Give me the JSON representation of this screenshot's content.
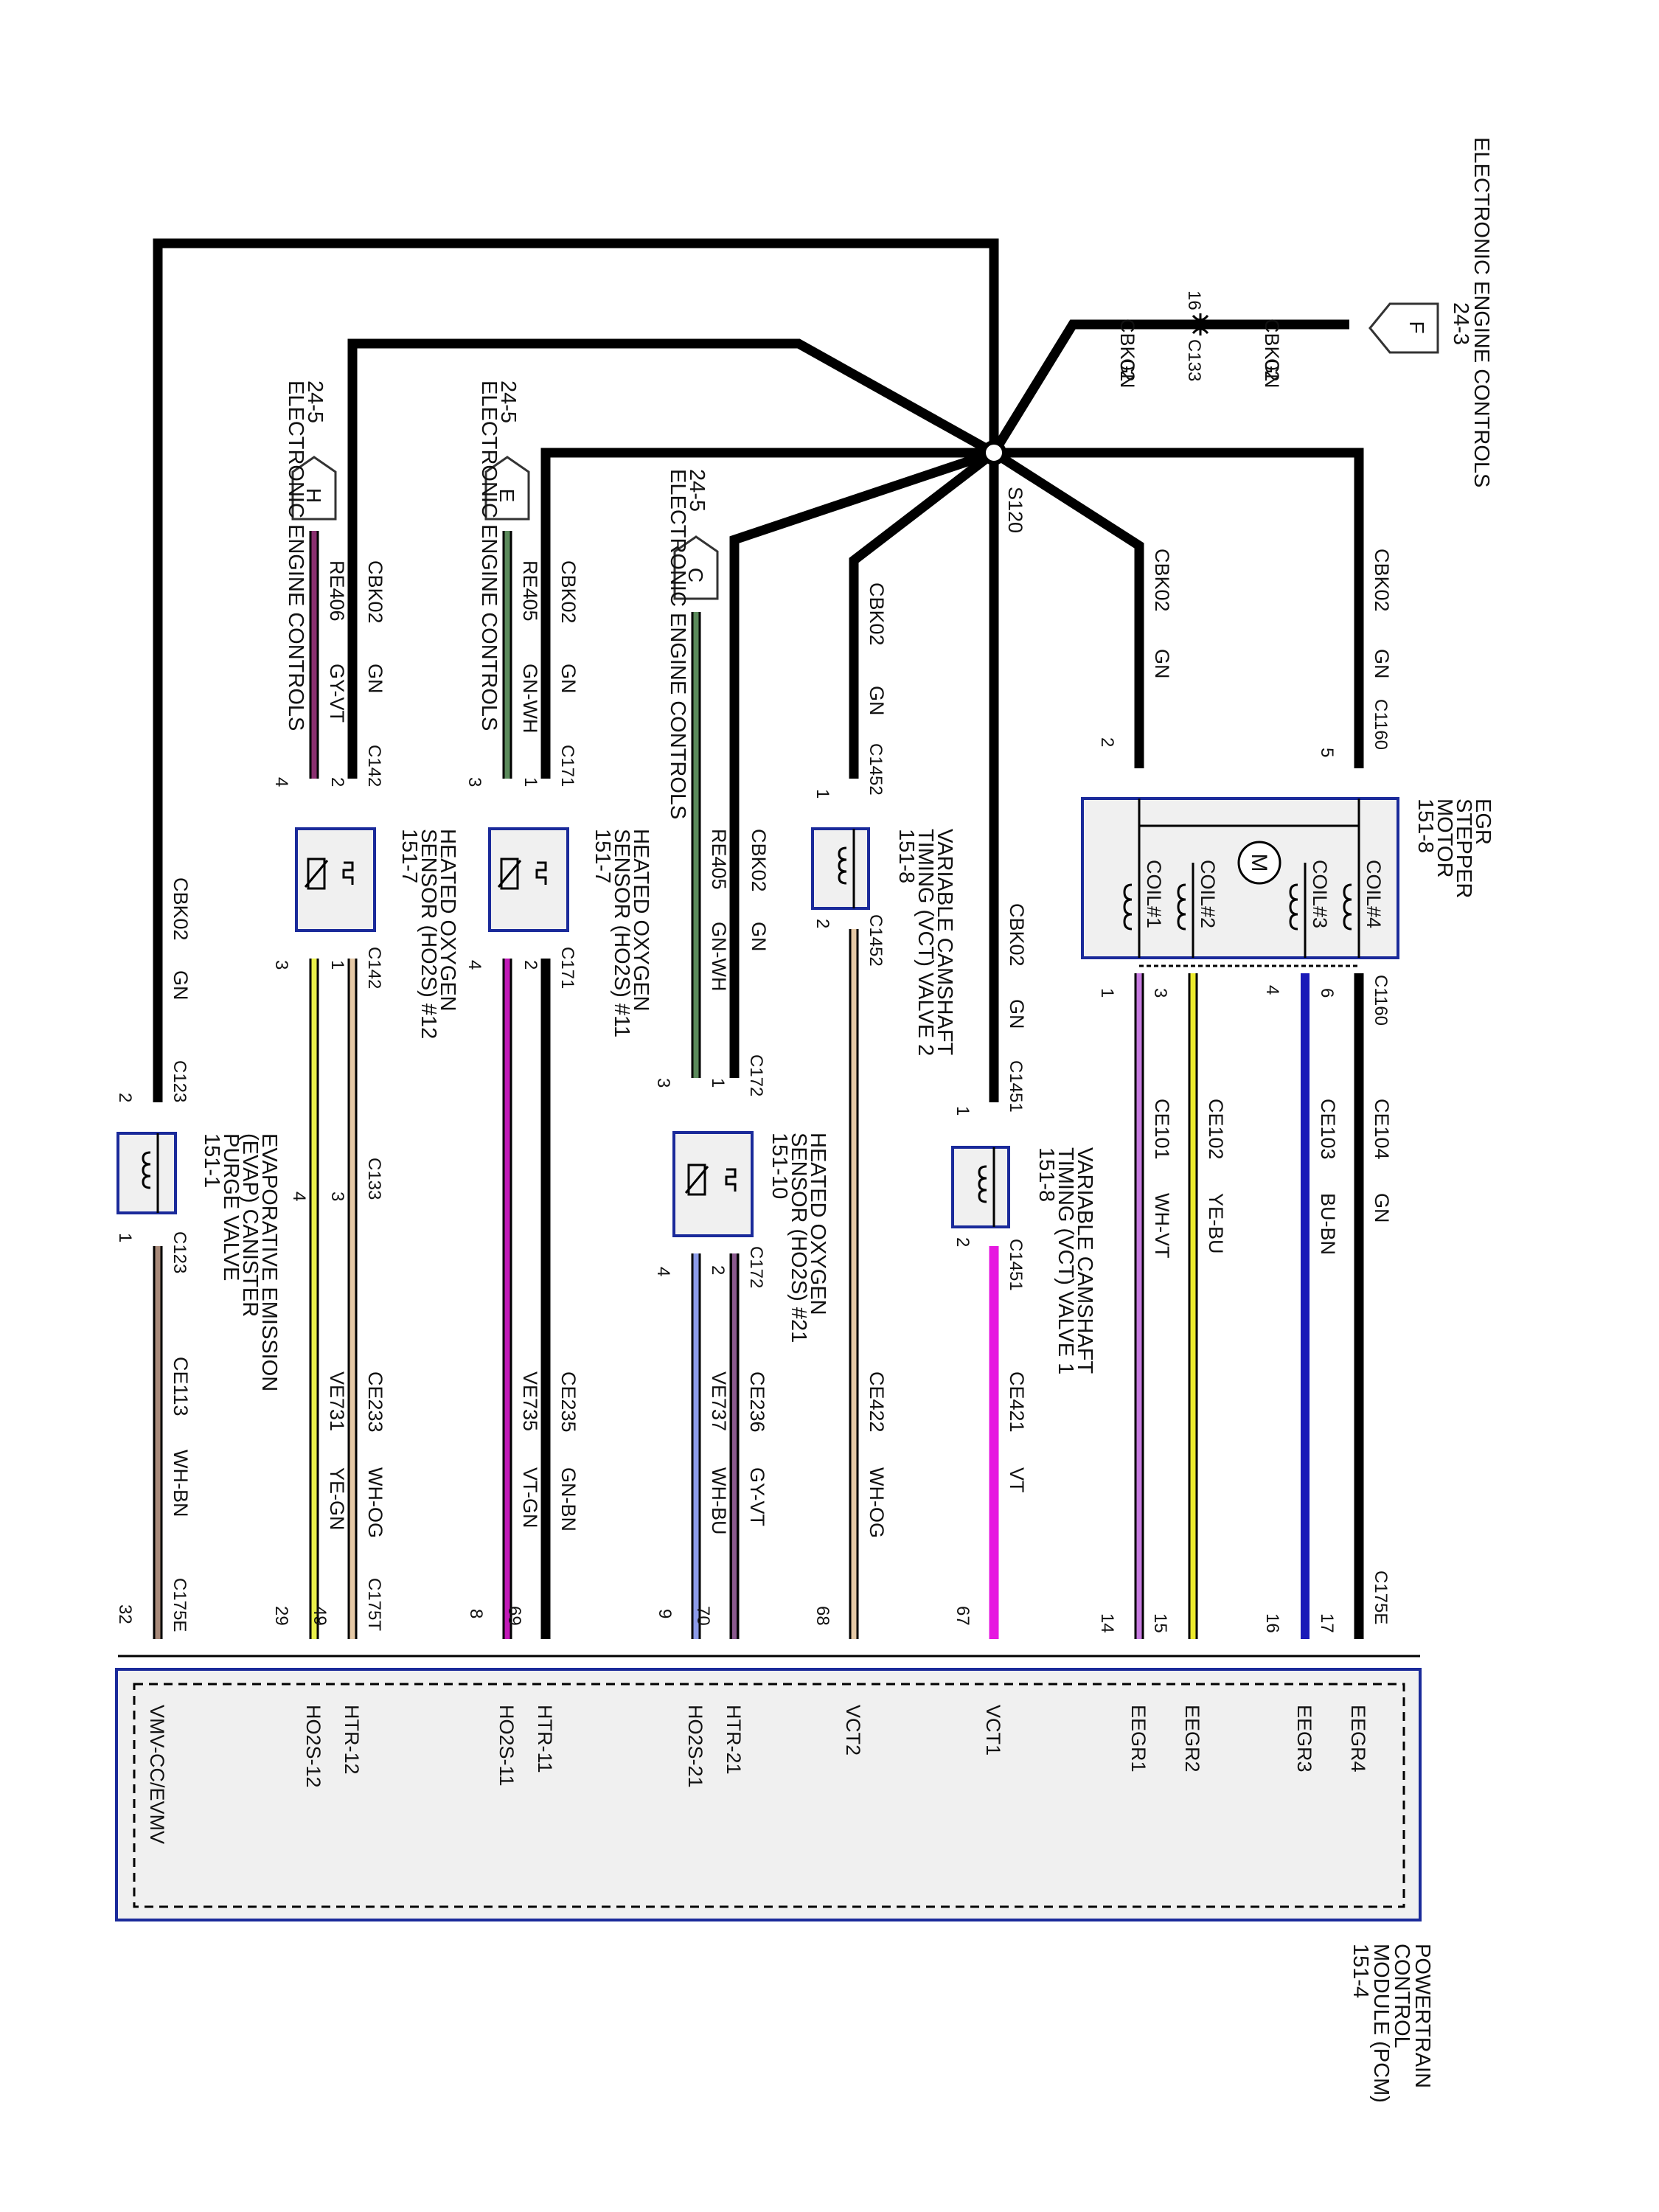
{
  "colors": {
    "ground": "#000000",
    "VT": "#e619e0",
    "WH-VT": "#c77be0",
    "YE-BU": "#ecea2c",
    "BU-BN": "#1a1ab8",
    "WH-OG": "#e5c9a6",
    "GY-VT": "#8a5a8e",
    "WH-BU": "#8c9be8",
    "VT-GN": "#c21ab8",
    "GN-BN": "#1f2b1f",
    "YE-GN": "#eaf04a",
    "WH-BN": "#a88a7a",
    "GN-WH": "#5b8a5b",
    "module_border": "#1a2a9a",
    "module_fill": "#f0f0f0"
  },
  "headers": {
    "eec_top_1": "ELECTRONIC ENGINE CONTROLS",
    "eec_top_2": "24-3",
    "eec_h_1": "24-5",
    "eec_h_2": "ELECTRONIC ENGINE CONTROLS",
    "eec_e_1": "24-5",
    "eec_e_2": "ELECTRONIC ENGINE CONTROLS",
    "eec_c_1": "24-5",
    "eec_c_2": "ELECTRONIC ENGINE CONTROLS"
  },
  "connector_arrows": {
    "f": "F",
    "h": "H",
    "e": "E",
    "c": "C"
  },
  "splice": {
    "label": "S120"
  },
  "feed": {
    "circuit_l": "CBK02",
    "color_l": "GN",
    "circuit_r": "CBK02",
    "color_r": "GN",
    "pin": "16",
    "connector": "C133"
  },
  "ground_wires": {
    "h_circ": "CBK02",
    "h_col": "GN",
    "e_circ": "CBK02",
    "e_col": "GN",
    "c21_circ": "CBK02",
    "c21_col": "GN",
    "vct2_circ": "CBK02",
    "vct2_col": "GN",
    "egr2_circ": "CBK02",
    "egr2_col": "GN",
    "egr5_circ": "CBK02",
    "egr5_col": "GN",
    "vct1_circ": "CBK02",
    "vct1_col": "GN",
    "evap_circ": "CBK02",
    "evap_col": "GN"
  },
  "sensor_wires": {
    "re406": "RE406",
    "re406_col": "GY-VT",
    "re405a": "RE405",
    "re405a_col": "GN-WH",
    "re405b": "RE405",
    "re405b_col": "GN-WH"
  },
  "components": {
    "egr": {
      "title": [
        "EGR",
        "STEPPER",
        "MOTOR",
        "151-8"
      ],
      "coils": [
        "COIL#1",
        "COIL#2",
        "COIL#3",
        "COIL#4"
      ],
      "motor": "M"
    },
    "vct2": {
      "title": [
        "VARIABLE CAMSHAFT",
        "TIMING (VCT) VALVE 2",
        "151-8"
      ]
    },
    "vct1": {
      "title": [
        "VARIABLE CAMSHAFT",
        "TIMING (VCT) VALVE 1",
        "151-8"
      ]
    },
    "ho11": {
      "title": [
        "HEATED OXYGEN",
        "SENSOR (HO2S) #11",
        "151-7"
      ]
    },
    "ho12": {
      "title": [
        "HEATED OXYGEN",
        "SENSOR (HO2S) #12",
        "151-7"
      ]
    },
    "ho21": {
      "title": [
        "HEATED OXYGEN",
        "SENSOR (HO2S) #21",
        "151-10"
      ]
    },
    "evap": {
      "title": [
        "EVAPORATIVE EMISSION",
        "(EVAP) CANISTER",
        "PURGE VALVE",
        "151-1"
      ]
    }
  },
  "connectors": {
    "c1160_top": "C1160",
    "c1160_bot": "C1160",
    "c1452_top": "C1452",
    "c1452_bot": "C1452",
    "c1451_top": "C1451",
    "c1451_bot": "C1451",
    "c172_top": "C172",
    "c172_bot": "C172",
    "c171_top": "C171",
    "c171_bot": "C171",
    "c142_top": "C142",
    "c142_bot": "C142",
    "c123_top": "C123",
    "c123_bot": "C123",
    "c133_mid": "C133",
    "c175e_r": "C175E",
    "c175e_l": "C175E",
    "c175t": "C175T"
  },
  "pins": {
    "egr_t5": "5",
    "egr_t2": "2",
    "egr_b6": "6",
    "egr_b4": "4",
    "egr_b3": "3",
    "egr_b1": "1",
    "vct2_t": "1",
    "vct2_b": "2",
    "vct1_t": "1",
    "vct1_b": "2",
    "c172_t1": "1",
    "c172_t3": "3",
    "c172_b2": "2",
    "c172_b4": "4",
    "c171_t1": "1",
    "c171_t3": "3",
    "c171_b2": "2",
    "c171_b4": "4",
    "c142_t2": "2",
    "c142_t4": "4",
    "c142_b1": "1",
    "c142_b3": "3",
    "c133_3": "3",
    "c133_4": "4",
    "c123_t": "2",
    "c123_b": "1",
    "pcm_17": "17",
    "pcm_16": "16",
    "pcm_15": "15",
    "pcm_14": "14",
    "pcm_67": "67",
    "pcm_68": "68",
    "pcm_70": "70",
    "pcm_9": "9",
    "pcm_69": "69",
    "pcm_8": "8",
    "pcm_49": "49",
    "pcm_29": "29",
    "pcm_32": "32"
  },
  "signal_wires": {
    "ce104": "CE104",
    "ce104_col": "GN",
    "ce103": "CE103",
    "ce103_col": "BU-BN",
    "ce102": "CE102",
    "ce102_col": "YE-BU",
    "ce101": "CE101",
    "ce101_col": "WH-VT",
    "ce421": "CE421",
    "ce421_col": "VT",
    "ce422": "CE422",
    "ce422_col": "WH-OG",
    "ce236": "CE236",
    "ce236_col": "GY-VT",
    "ve737": "VE737",
    "ve737_col": "WH-BU",
    "ce235": "CE235",
    "ce235_col": "GN-BN",
    "ve735": "VE735",
    "ve735_col": "VT-GN",
    "ce233": "CE233",
    "ce233_col": "WH-OG",
    "ve731": "VE731",
    "ve731_col": "YE-GN",
    "ce113": "CE113",
    "ce113_col": "WH-BN"
  },
  "pcm": {
    "title": [
      "POWERTRAIN",
      "CONTROL",
      "MODULE (PCM)",
      "151-4"
    ],
    "pins": [
      "EEGR4",
      "EEGR3",
      "EEGR2",
      "EEGR1",
      "VCT1",
      "VCT2",
      "HTR-21",
      "HO2S-21",
      "HTR-11",
      "HO2S-11",
      "HTR-12",
      "HO2S-12",
      "VMV-CC/EVMV"
    ]
  }
}
